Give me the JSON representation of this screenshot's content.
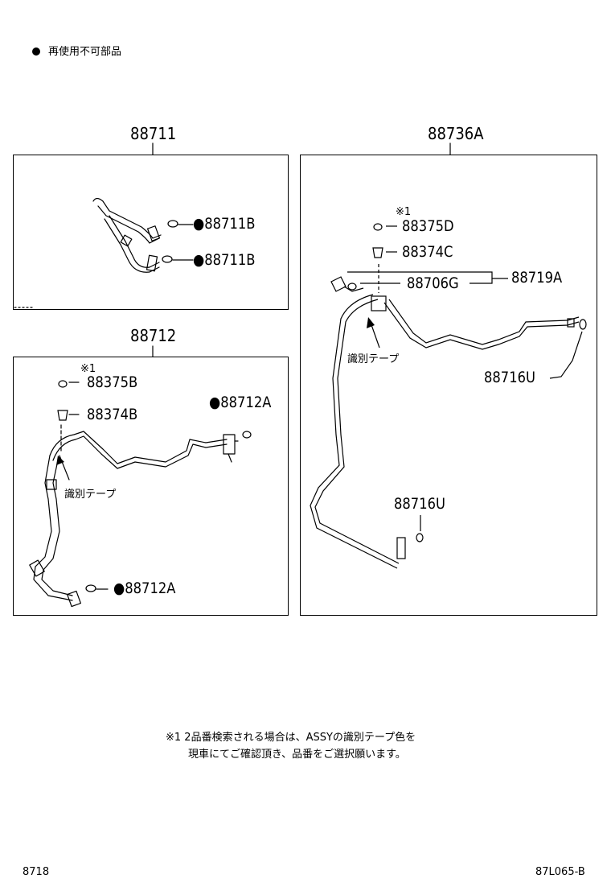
{
  "legend": {
    "text": "再使用不可部品"
  },
  "groups": {
    "g88711": {
      "title": "88711",
      "parts": {
        "b1": "●88711B",
        "b2": "●88711B"
      }
    },
    "g88712": {
      "title": "88712",
      "parts": {
        "ref": "※1",
        "p1": "88375B",
        "p2": "88374B",
        "a1": "●88712A",
        "a2": "●88712A",
        "tape": "識別テープ"
      }
    },
    "g88736A": {
      "title": "88736A",
      "parts": {
        "ref": "※1",
        "p1": "88375D",
        "p2": "88374C",
        "p3": "88706G",
        "p4": "88719A",
        "p5": "88716U",
        "p6": "88716U",
        "tape": "識別テープ"
      }
    }
  },
  "note": {
    "line1": "※1 2品番検索される場合は、ASSYの識別テープ色を",
    "line2": "現車にてご確認頂き、品番をご選択願います。"
  },
  "footer": {
    "left": "8718",
    "right": "87L065-B"
  }
}
